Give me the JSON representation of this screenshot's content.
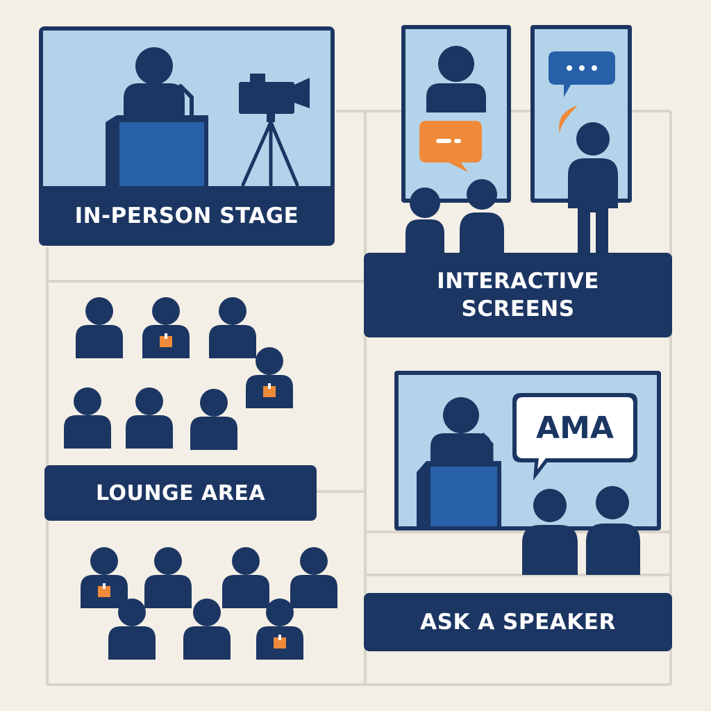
{
  "colors": {
    "background": "#f4efe6",
    "navy": "#1c3663",
    "sky": "#b3d3ea",
    "blue": "#2760a8",
    "orange": "#ee8a3a",
    "line": "#d9d4cb"
  },
  "panels": {
    "in_person_stage": {
      "label": "IN-PERSON STAGE"
    },
    "interactive_screens": {
      "label_line1": "INTERACTIVE",
      "label_line2": "SCREENS"
    },
    "lounge_area": {
      "label": "LOUNGE AREA"
    },
    "ask_a_speaker": {
      "label": "ASK A SPEAKER",
      "bubble_text": "AMA"
    }
  },
  "icons": [
    "speaker-person-icon",
    "podium-icon",
    "microphone-icon",
    "video-camera-icon",
    "chat-bubble-icon",
    "attendee-icon",
    "name-badge-icon"
  ]
}
